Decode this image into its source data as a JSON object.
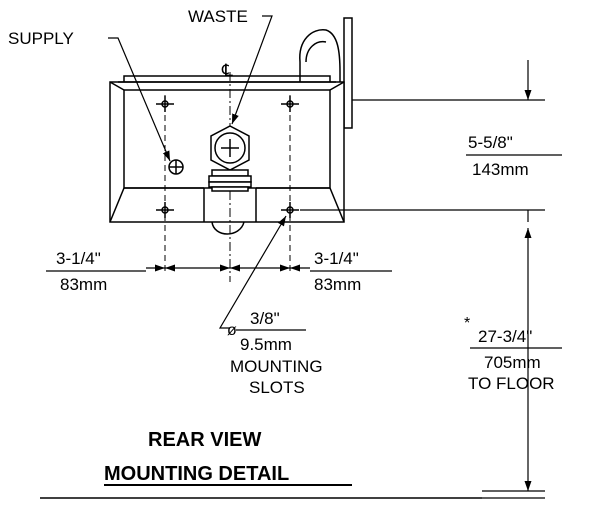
{
  "labels": {
    "supply": "SUPPLY",
    "waste": "WASTE",
    "centerline": "℄",
    "top_dim_in": "5-5/8\"",
    "top_dim_mm": "143mm",
    "left_dim_in": "3-1/4\"",
    "left_dim_mm": "83mm",
    "right_dim_in": "3-1/4\"",
    "right_dim_mm": "83mm",
    "phi": "ø",
    "slot_in": "3/8\"",
    "slot_mm": "9.5mm",
    "slot_line1": "MOUNTING",
    "slot_line2": "SLOTS",
    "asterisk": "*",
    "floor_in": "27-3/4\"",
    "floor_mm": "705mm",
    "floor_to": "TO FLOOR",
    "title_line1": "REAR VIEW",
    "title_line2": "MOUNTING DETAIL"
  },
  "colors": {
    "ink": "#000000",
    "background": "#ffffff"
  }
}
